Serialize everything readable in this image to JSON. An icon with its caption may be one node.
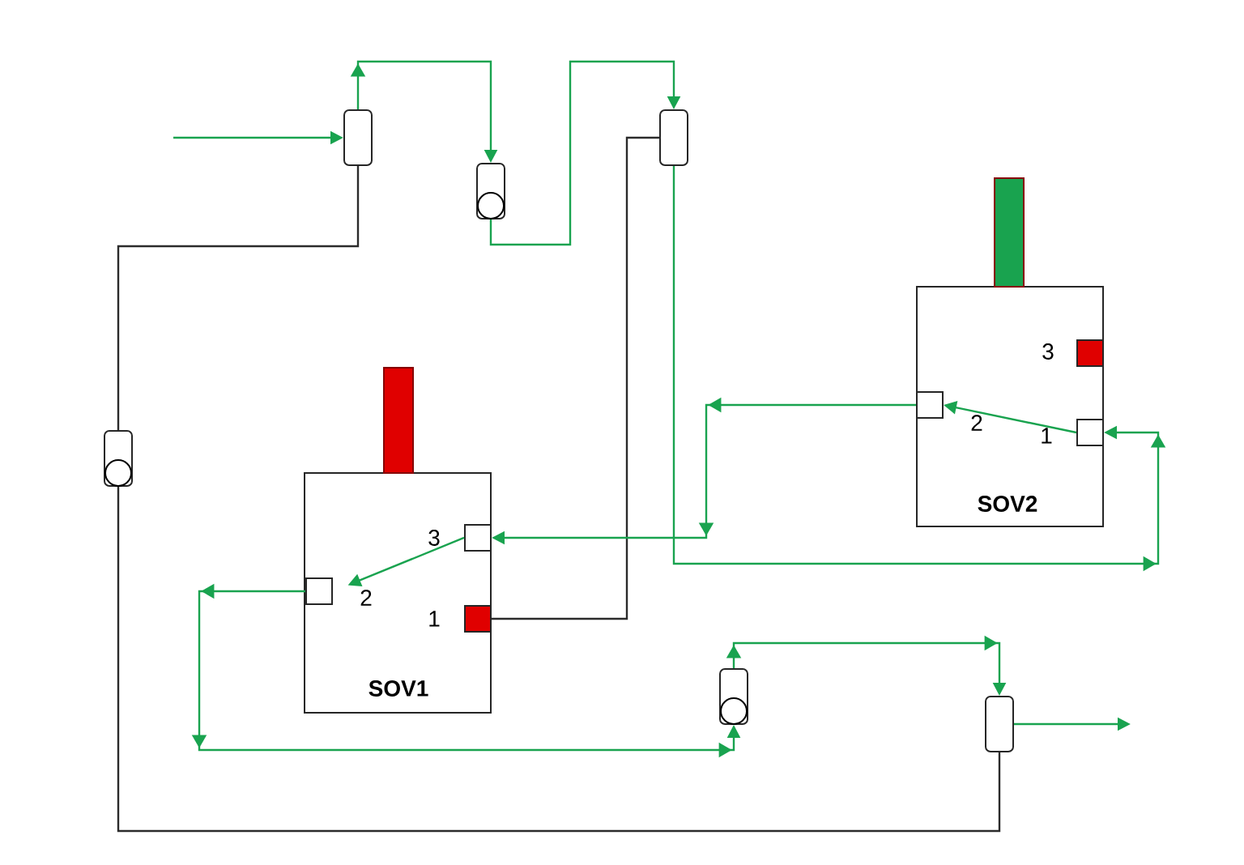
{
  "diagram": {
    "nodes": [
      {
        "text": [
          "SOV1"
        ]
      },
      {
        "text": [],
        "shape": "box",
        "in": 0,
        "beside": [
          "3"
        ]
      },
      {
        "text": [],
        "shape": "box",
        "in": 0,
        "beside": [
          "2"
        ]
      },
      {
        "text": [],
        "shape": "box",
        "in": 0,
        "beside": [
          "1"
        ]
      },
      {
        "text": [],
        "shape": "bar"
      },
      {
        "text": [
          "SOV2"
        ]
      },
      {
        "text": [],
        "shape": "box",
        "in": 5,
        "beside": [
          "3"
        ]
      },
      {
        "text": [],
        "shape": "box",
        "in": 5,
        "beside": [
          "2"
        ]
      },
      {
        "text": [],
        "shape": "box",
        "in": 5,
        "beside": [
          "1"
        ]
      },
      {
        "text": [],
        "shape": "bar"
      },
      {
        "text": [],
        "shape": "box"
      },
      {
        "text": [],
        "shape": "valve"
      },
      {
        "text": [],
        "shape": "box"
      },
      {
        "text": [],
        "shape": "valve"
      },
      {
        "text": [],
        "shape": "valve"
      },
      {
        "text": [],
        "shape": "box"
      }
    ],
    "edges": [
      {
        "from": null,
        "to": 10,
        "arrow": "to"
      },
      {
        "from": 10,
        "to": 11,
        "arrow": "to"
      },
      {
        "from": 11,
        "to": 12,
        "arrow": "to"
      },
      {
        "from": 12,
        "to": 3,
        "arrow": "none",
        "color": "#2b2b2b"
      },
      {
        "from": 10,
        "to": 13,
        "arrow": "none",
        "color": "#2b2b2b"
      },
      {
        "from": 13,
        "to": 15,
        "arrow": "none",
        "color": "#2b2b2b"
      },
      {
        "from": 12,
        "to": 8,
        "arrow": "to"
      },
      {
        "from": 7,
        "to": 1,
        "arrow": "to"
      },
      {
        "from": 8,
        "to": 7,
        "arrow": "to"
      },
      {
        "from": 1,
        "to": 2,
        "arrow": "to"
      },
      {
        "from": 2,
        "to": 14,
        "arrow": "to"
      },
      {
        "from": 14,
        "to": 15,
        "arrow": "to"
      },
      {
        "from": 15,
        "to": null,
        "arrow": "to"
      }
    ]
  }
}
